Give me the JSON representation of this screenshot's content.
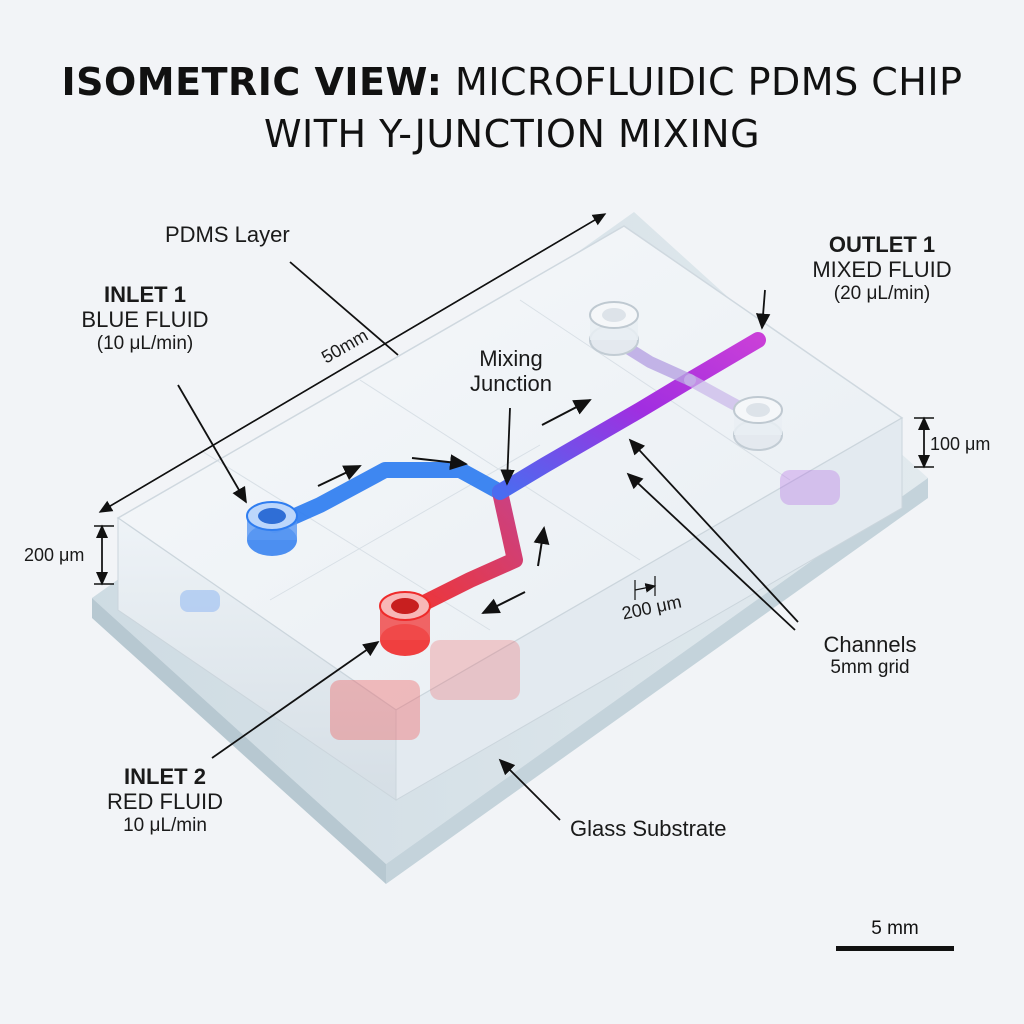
{
  "title": {
    "line1_bold": "ISOMETRIC VIEW:",
    "line1_rest": " MICROFLUIDIC PDMS CHIP",
    "line2": "WITH Y-JUNCTION MIXING"
  },
  "labels": {
    "pdms_layer": "PDMS Layer",
    "length": "50mm",
    "inlet1": {
      "name": "INLET 1",
      "fluid": "BLUE FLUID",
      "rate": "(10 μL/min)"
    },
    "inlet2": {
      "name": "INLET 2",
      "fluid": "RED FLUID",
      "rate": "10 μL/min"
    },
    "outlet1": {
      "name": "OUTLET 1",
      "fluid": "MIXED FLUID",
      "rate": "(20 μL/min)"
    },
    "mixing_junction": {
      "line1": "Mixing",
      "line2": "Junction"
    },
    "channels": {
      "line1": "Channels",
      "line2": "5mm grid"
    },
    "glass_substrate": "Glass Substrate",
    "thickness_pdms": "200 μm",
    "channel_depth": "100 μm",
    "channel_width": "200 μm",
    "scale": "5 mm"
  },
  "colors": {
    "blue_fluid": "#2f7df0",
    "red_fluid": "#ef2b2b",
    "mixed_fluid": "#a12ee0",
    "pdms": "#dfe6ee",
    "glass": "#c9d6de"
  }
}
